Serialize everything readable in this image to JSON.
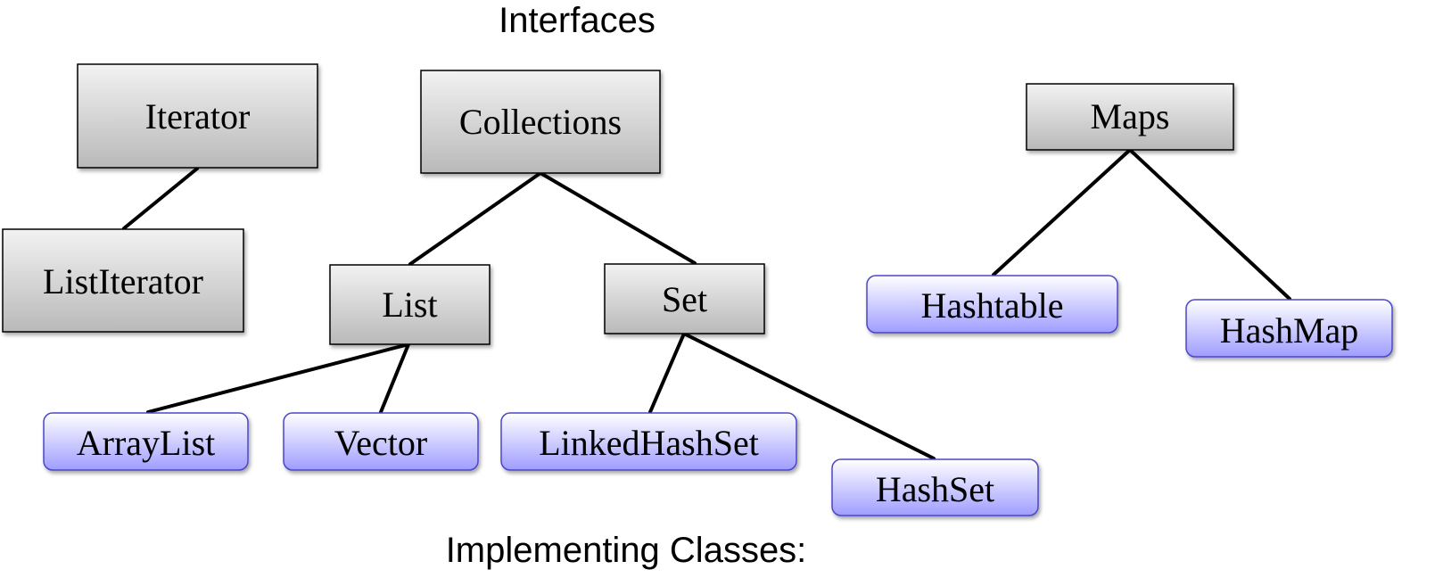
{
  "captions": {
    "interfaces": "Interfaces",
    "implementing": "Implementing Classes:"
  },
  "colors": {
    "interface_fill_top": "#f2f2f2",
    "interface_fill_bottom": "#b9b9b9",
    "class_fill_top": "#ffffff",
    "class_fill_bottom": "#9f9dff",
    "class_border": "#4b47c9",
    "edge": "#000000"
  },
  "nodes": [
    {
      "id": "iterator",
      "label": "Iterator",
      "kind": "interface"
    },
    {
      "id": "collections",
      "label": "Collections",
      "kind": "interface"
    },
    {
      "id": "maps",
      "label": "Maps",
      "kind": "interface"
    },
    {
      "id": "listiterator",
      "label": "ListIterator",
      "kind": "interface"
    },
    {
      "id": "list",
      "label": "List",
      "kind": "interface"
    },
    {
      "id": "set",
      "label": "Set",
      "kind": "interface"
    },
    {
      "id": "hashtable",
      "label": "Hashtable",
      "kind": "class"
    },
    {
      "id": "hashmap",
      "label": "HashMap",
      "kind": "class"
    },
    {
      "id": "arraylist",
      "label": "ArrayList",
      "kind": "class"
    },
    {
      "id": "vector",
      "label": "Vector",
      "kind": "class"
    },
    {
      "id": "linkedhashset",
      "label": "LinkedHashSet",
      "kind": "class"
    },
    {
      "id": "hashset",
      "label": "HashSet",
      "kind": "class"
    }
  ],
  "edges": [
    {
      "from": "iterator",
      "to": "listiterator"
    },
    {
      "from": "collections",
      "to": "list"
    },
    {
      "from": "collections",
      "to": "set"
    },
    {
      "from": "maps",
      "to": "hashtable"
    },
    {
      "from": "maps",
      "to": "hashmap"
    },
    {
      "from": "list",
      "to": "arraylist"
    },
    {
      "from": "list",
      "to": "vector"
    },
    {
      "from": "set",
      "to": "linkedhashset"
    },
    {
      "from": "set",
      "to": "hashset"
    }
  ]
}
